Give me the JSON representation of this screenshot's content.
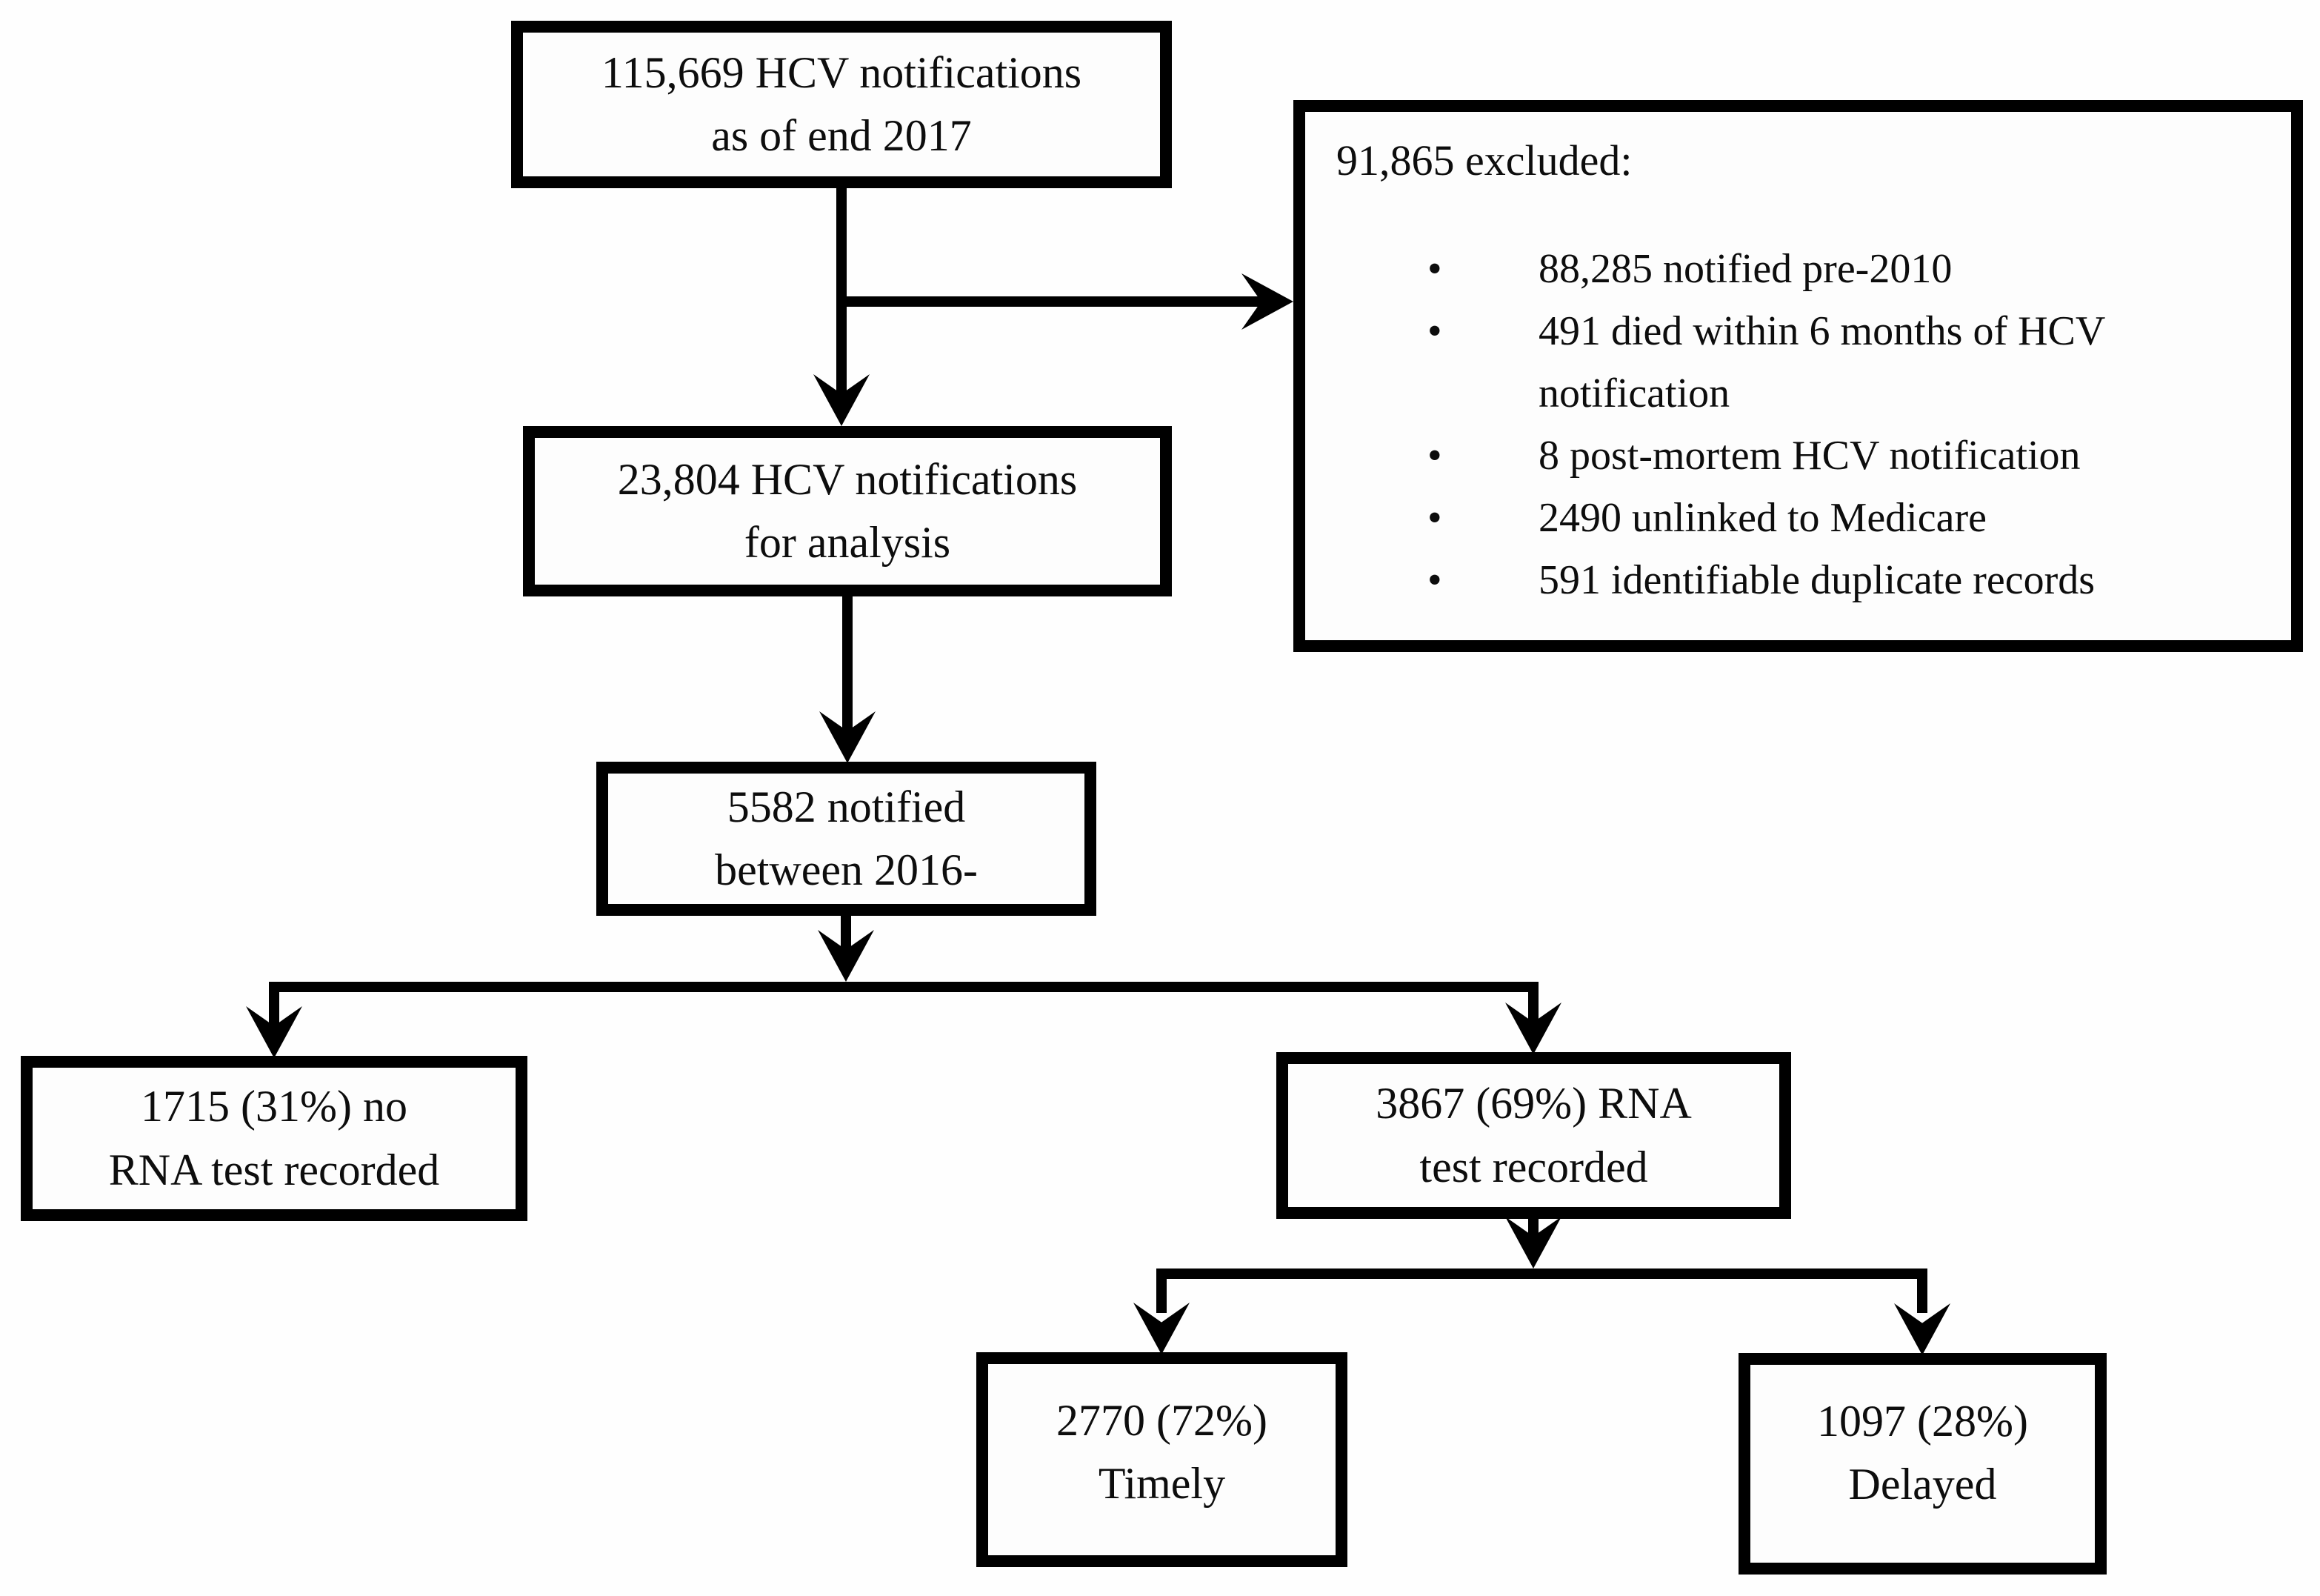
{
  "diagram": {
    "type": "flowchart",
    "topic": "HCV notifications cohort selection",
    "colors": {
      "background": "#fefefe",
      "line": "#000000",
      "text": "#0d0d0d"
    },
    "boxes": {
      "total": {
        "line1": "115,669 HCV notifications",
        "line2": "as of end 2017"
      },
      "excluded": {
        "heading": "91,865 excluded:",
        "bullet_glyph": "•",
        "bullets": [
          "88,285 notified pre-2010",
          "491 died within 6 months of HCV notification",
          "8 post-mortem HCV notification",
          "2490 unlinked to Medicare",
          "591 identifiable duplicate records"
        ]
      },
      "analysis": {
        "line1": "23,804 HCV notifications",
        "line2": "for analysis"
      },
      "notified2016": {
        "line1": "5582 notified",
        "line2": "between 2016-"
      },
      "no_rna": {
        "line1": "1715 (31%) no",
        "line2": "RNA test recorded"
      },
      "rna": {
        "line1": "3867 (69%) RNA",
        "line2": "test recorded"
      },
      "timely": {
        "line1": "2770 (72%)",
        "line2": "Timely"
      },
      "delayed": {
        "line1": "1097 (28%)",
        "line2": "Delayed"
      }
    }
  }
}
